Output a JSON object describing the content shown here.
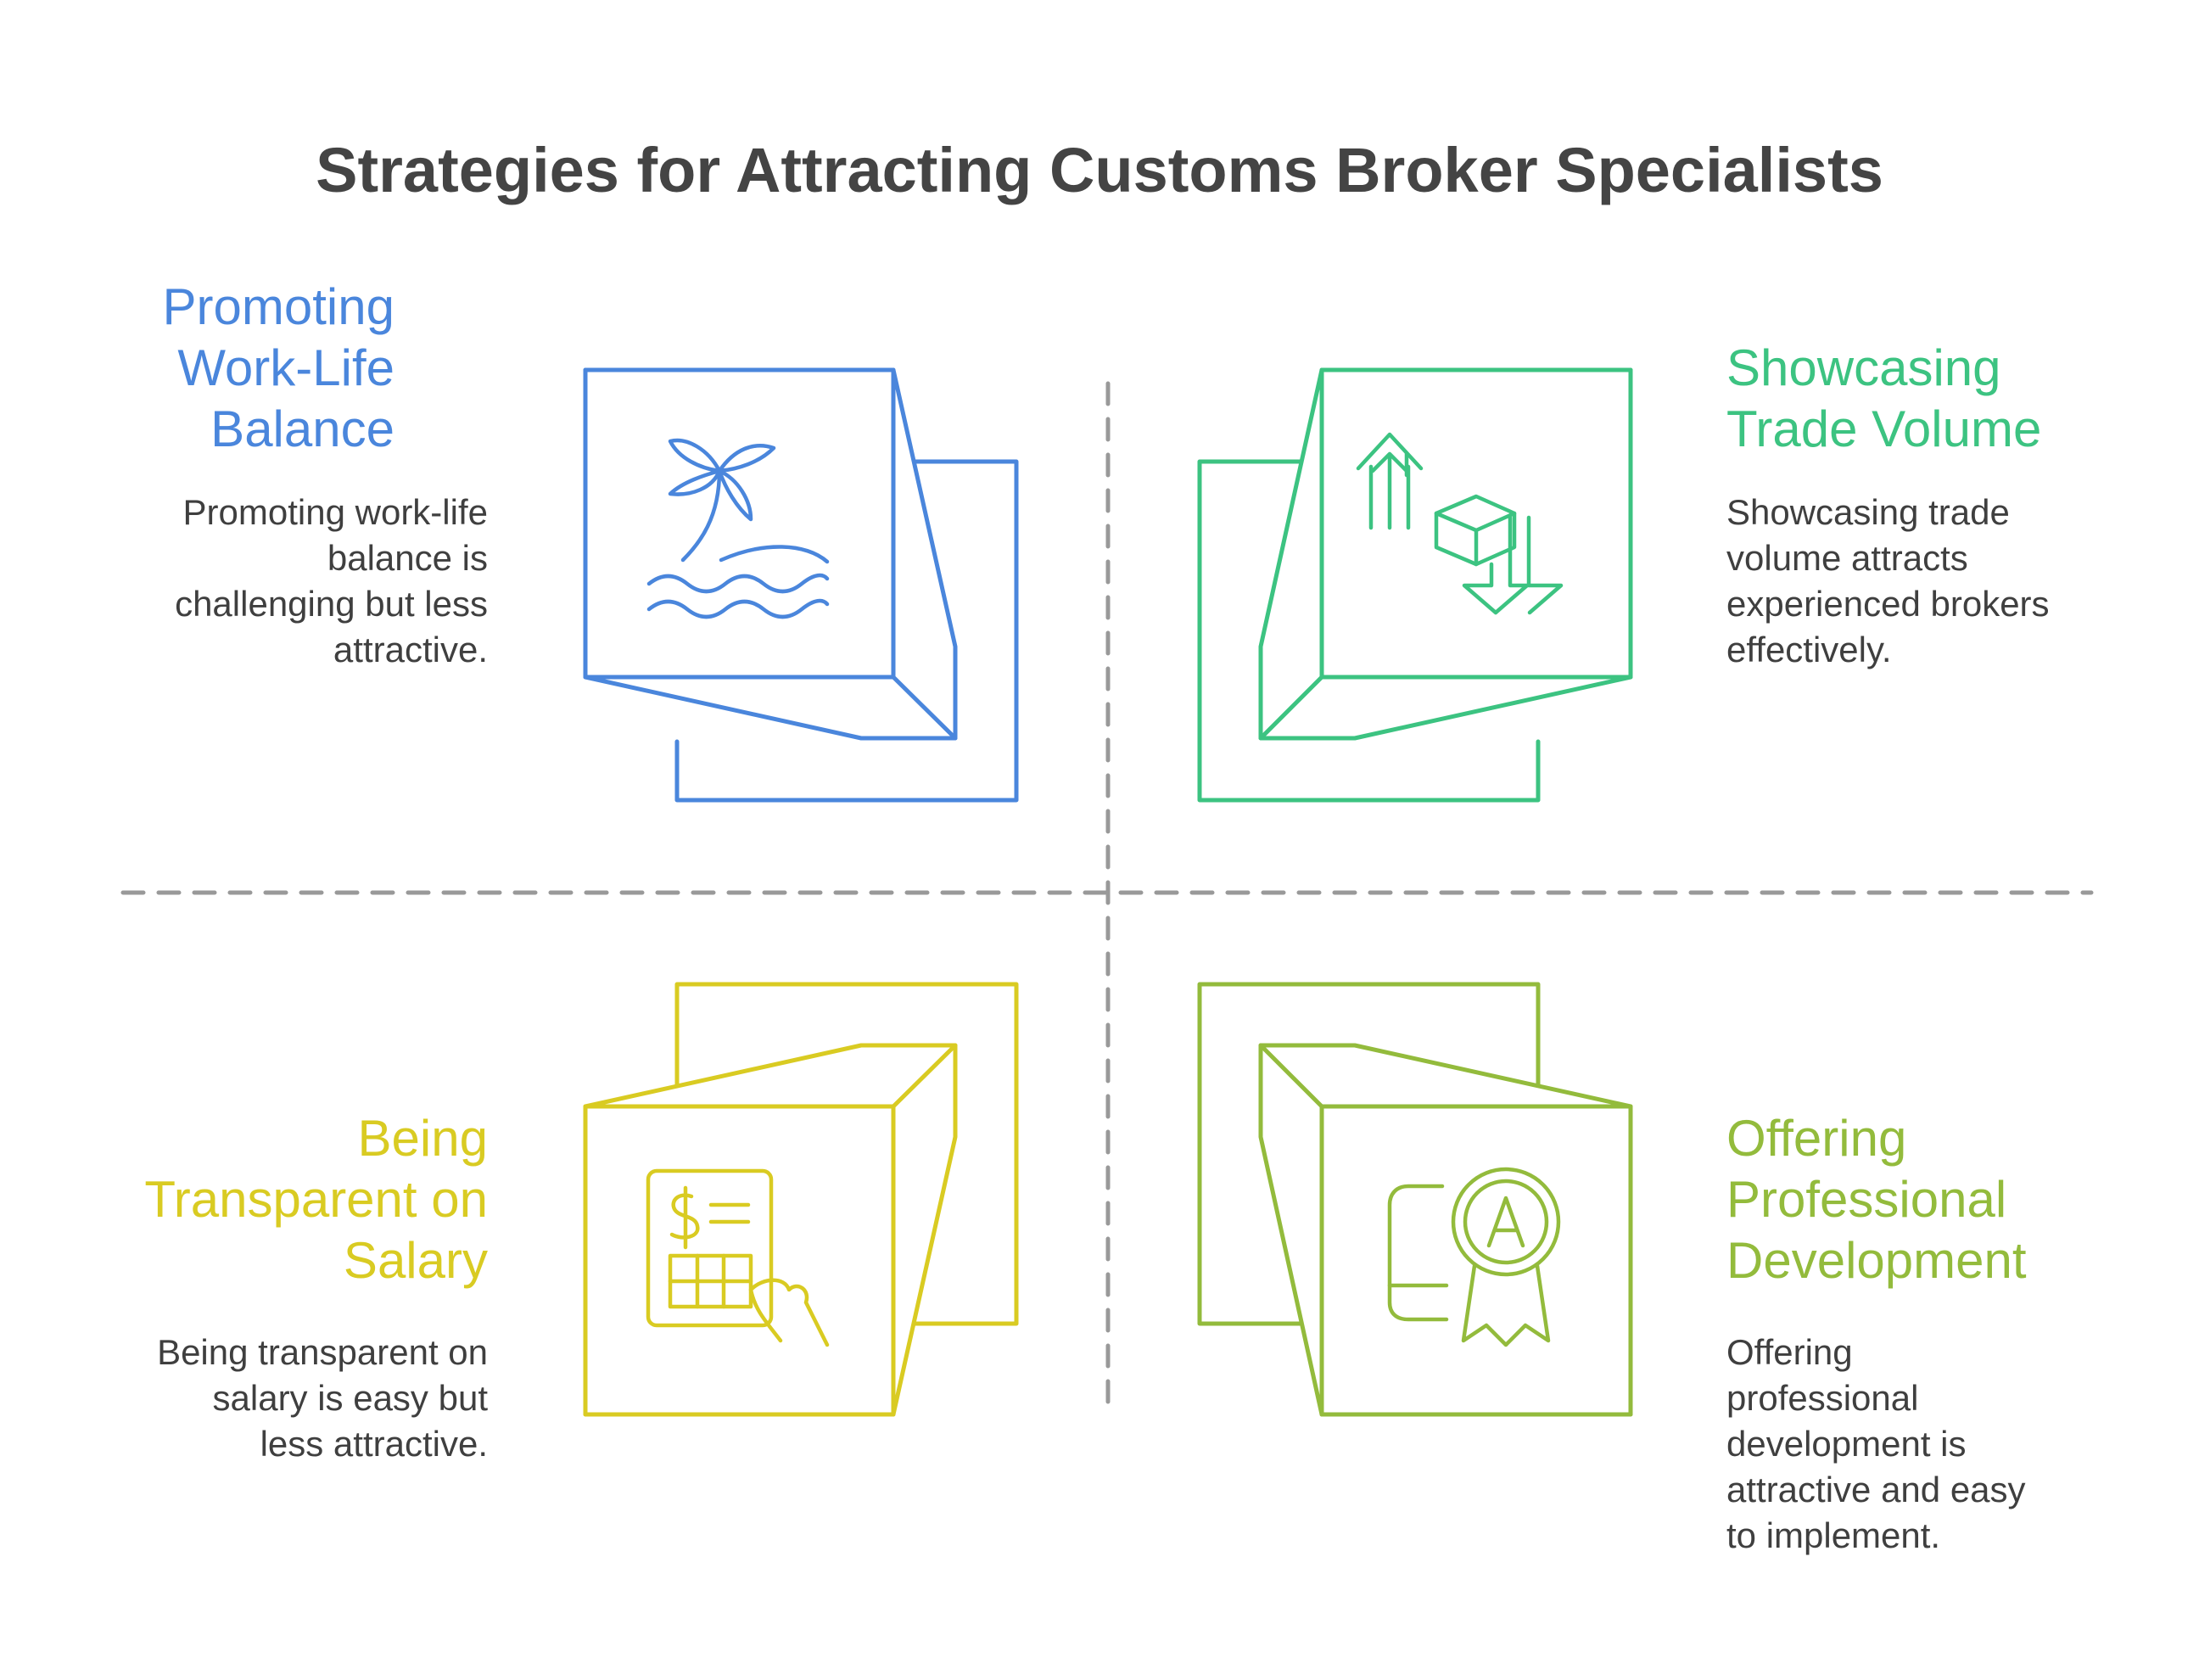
{
  "title": "Strategies for Attracting Customs Broker Specialists",
  "colors": {
    "worklife": "#4A86DC",
    "trade": "#3CC381",
    "salary": "#D9CB22",
    "development": "#93BB3C",
    "divider": "#999999",
    "text": "#444444"
  },
  "quadrants": [
    {
      "id": "worklife",
      "heading": "Promoting\nWork-Life\nBalance",
      "description": "Promoting work-life\nbalance is\nchallenging but less\nattractive.",
      "icon": "palm-island-icon"
    },
    {
      "id": "trade",
      "heading": "Showcasing\nTrade Volume",
      "description": "Showcasing trade\nvolume attracts\nexperienced brokers\neffectively.",
      "icon": "box-arrows-icon"
    },
    {
      "id": "salary",
      "heading": "Being\nTransparent on\nSalary",
      "description": "Being transparent on\nsalary is easy but\nless attractive.",
      "icon": "salary-sheet-icon"
    },
    {
      "id": "development",
      "heading": "Offering\nProfessional\nDevelopment",
      "description": "Offering\nprofessional\ndevelopment is\nattractive and easy\nto implement.",
      "icon": "certificate-award-icon"
    }
  ]
}
